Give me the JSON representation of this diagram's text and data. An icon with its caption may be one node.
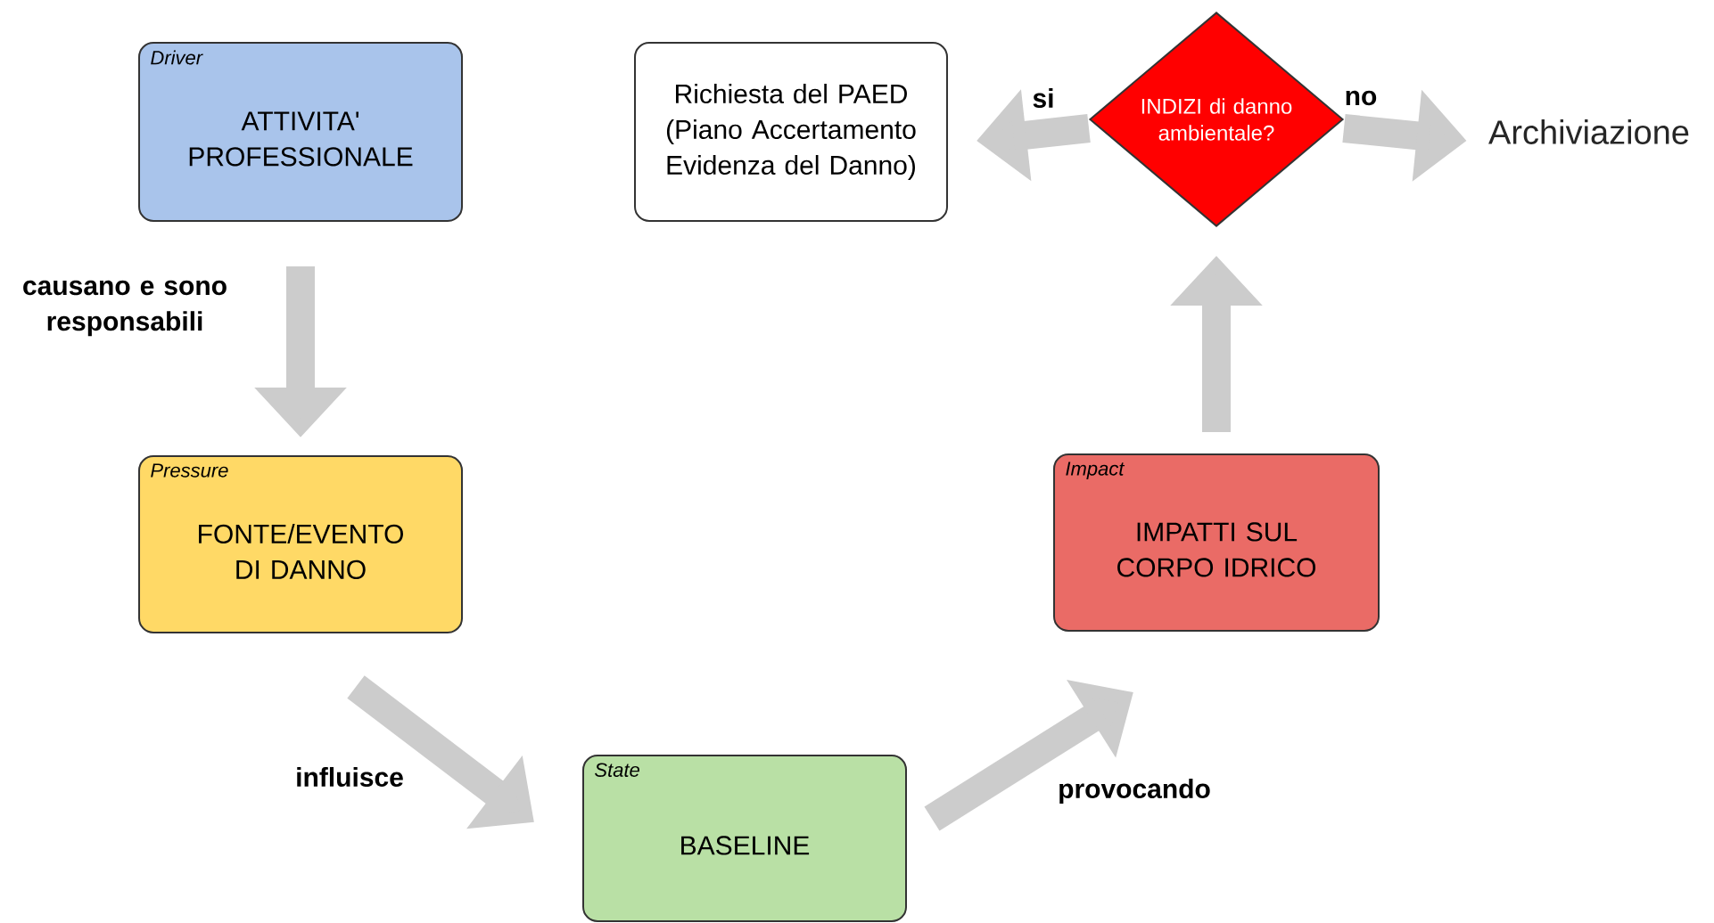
{
  "diagram": {
    "nodes": [
      {
        "text": [
          "Driver",
          "ATTIVITA' PROFESSIONALE"
        ]
      },
      {
        "text": [
          "Pressure",
          "FONTE/EVENTO DI DANNO"
        ]
      },
      {
        "text": [
          "State",
          "BASELINE"
        ]
      },
      {
        "text": [
          "Impact",
          "IMPATTI SUL CORPO IDRICO"
        ]
      },
      {
        "text": [
          "INDIZI di danno ambientale?"
        ]
      },
      {
        "text": [
          "Richiesta del PAED (Piano Accertamento Evidenza del Danno)"
        ]
      },
      {
        "text": [
          "Archiviazione"
        ]
      }
    ],
    "edges": [
      {
        "from": 0,
        "to": 1,
        "arrow": "to",
        "label": "causano e sono responsabili"
      },
      {
        "from": 1,
        "to": 2,
        "arrow": "to",
        "label": "influisce"
      },
      {
        "from": 2,
        "to": 3,
        "arrow": "to",
        "label": "provocando"
      },
      {
        "from": 3,
        "to": 4,
        "arrow": "to"
      },
      {
        "from": 4,
        "to": 5,
        "arrow": "to",
        "label": "si"
      },
      {
        "from": 4,
        "to": 6,
        "arrow": "to",
        "label": "no"
      }
    ]
  }
}
